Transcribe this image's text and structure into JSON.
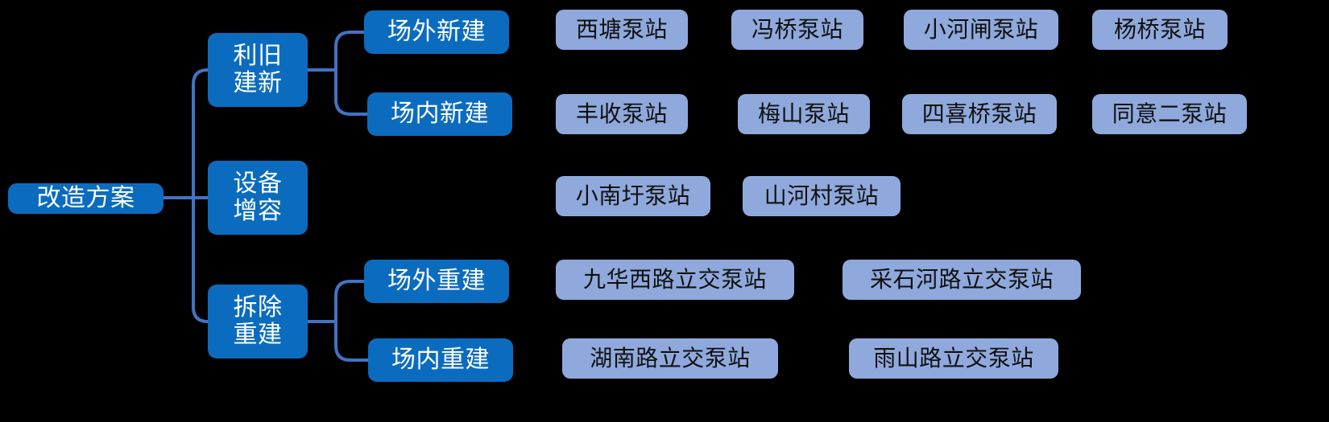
{
  "diagram": {
    "title": "改造方案",
    "type": "hierarchy-tree",
    "orientation": "left-to-right",
    "colors": {
      "background": "#000000",
      "branch_node_fill": "#0B6CBF",
      "branch_node_text": "#FFFFFF",
      "leaf_node_fill": "#8FA9DC",
      "leaf_node_text": "#101010",
      "connector_line": "#4472C4"
    }
  },
  "root": {
    "label": "改造方案"
  },
  "branches": [
    {
      "label": "利旧建新",
      "label_lines": "利旧\n建新",
      "subbranches": [
        {
          "label": "场外新建",
          "leaves": [
            "西塘泵站",
            "冯桥泵站",
            "小河闸泵站",
            "杨桥泵站"
          ]
        },
        {
          "label": "场内新建",
          "leaves": [
            "丰收泵站",
            "梅山泵站",
            "四喜桥泵站",
            "同意二泵站"
          ]
        }
      ]
    },
    {
      "label": "设备增容",
      "label_lines": "设备\n增容",
      "subbranches": [
        {
          "label": "",
          "leaves": [
            "小南圩泵站",
            "山河村泵站"
          ]
        }
      ]
    },
    {
      "label": "拆除重建",
      "label_lines": "拆除\n重建",
      "subbranches": [
        {
          "label": "场外重建",
          "leaves": [
            "九华西路立交泵站",
            "采石河路立交泵站"
          ]
        },
        {
          "label": "场内重建",
          "leaves": [
            "湖南路立交泵站",
            "雨山路立交泵站"
          ]
        }
      ]
    }
  ]
}
